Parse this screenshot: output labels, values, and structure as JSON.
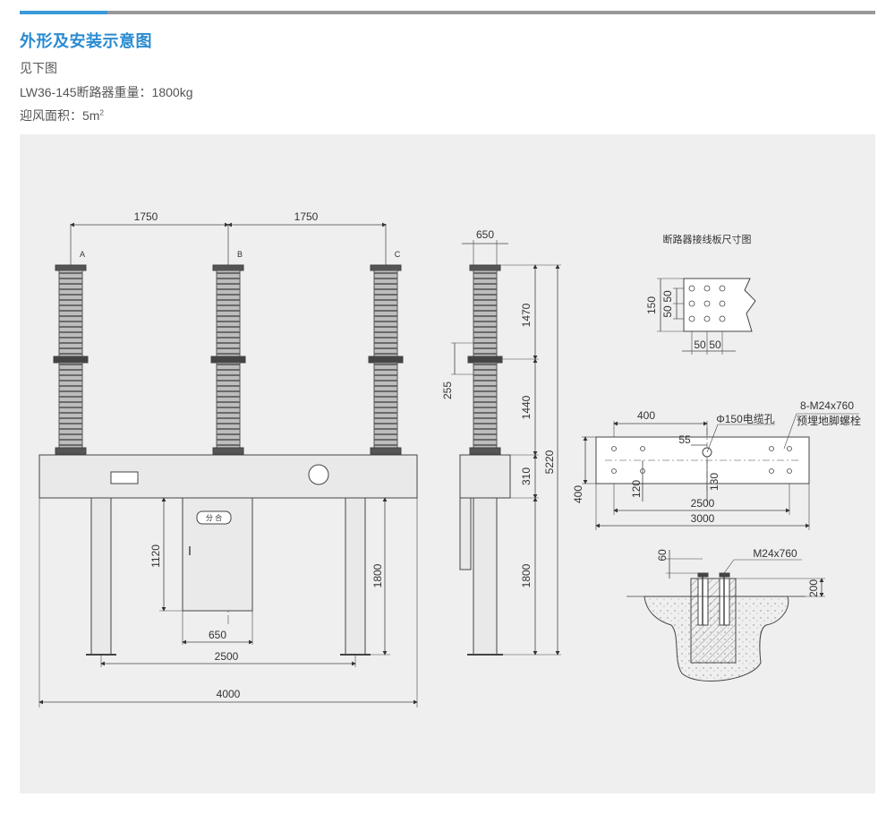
{
  "header": {
    "title": "外形及安装示意图",
    "line1": "见下图",
    "line2": "LW36-145断路器重量：1800kg",
    "line3_text": "迎风面积：5m",
    "line3_sup": "2"
  },
  "drawing": {
    "front": {
      "phase_a": "A",
      "phase_b": "B",
      "phase_c": "C",
      "dim_ab": "1750",
      "dim_bc": "1750",
      "dim_cabinet_h": "1120",
      "dim_leg_h": "1800",
      "dim_cabinet_w": "650",
      "dim_legs": "2500",
      "dim_total": "4000",
      "cabinet_label": "分  合"
    },
    "side": {
      "dim_top_w": "650",
      "dim_1470": "1470",
      "dim_255": "255",
      "dim_1440": "1440",
      "dim_310": "310",
      "dim_5220": "5220",
      "dim_1800": "1800"
    },
    "terminal": {
      "title": "断路器接线板尺寸图",
      "dim_150": "150",
      "dim_50a": "50",
      "dim_50b": "50",
      "dim_50c": "50",
      "dim_50d": "50"
    },
    "base": {
      "dim_400_top": "400",
      "hole_label": "Φ150电缆孔",
      "dim_55": "55",
      "bolt_label": "8-M24x760",
      "bolt_desc": "预埋地脚螺栓",
      "dim_400_left": "400",
      "dim_120": "120",
      "dim_130": "130",
      "dim_2500": "2500",
      "dim_3000": "3000"
    },
    "foundation": {
      "dim_60": "60",
      "bolt_label": "M24x760",
      "dim_200": "200"
    }
  }
}
